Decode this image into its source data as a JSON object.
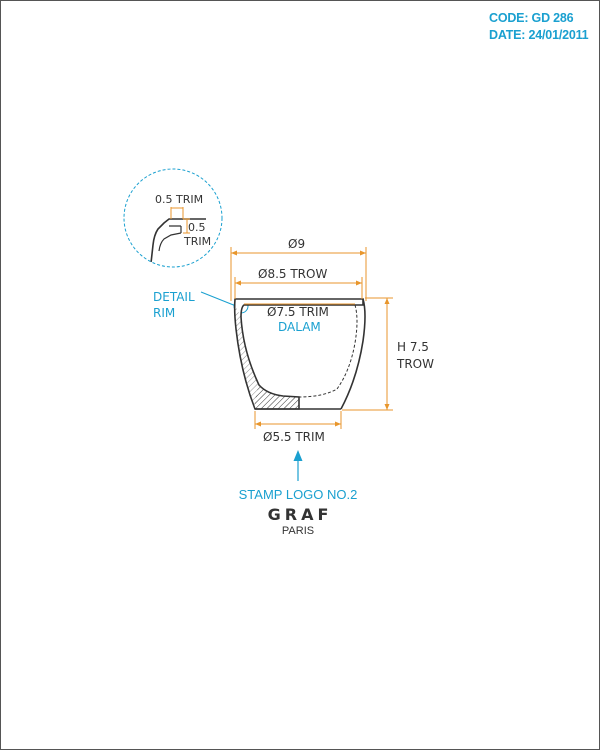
{
  "header": {
    "code": "CODE: GD 286",
    "date": "DATE: 24/01/2011"
  },
  "detail": {
    "trim_top": "0.5 TRIM",
    "trim_side_value": "0.5",
    "trim_side_label": "TRIM",
    "label_line1": "DETAIL",
    "label_line2": "RIM"
  },
  "dimensions": {
    "outer_top": "Ø9",
    "inner_top": "Ø8.5 TROW",
    "inside": "Ø7.5 TRIM",
    "inside_note": "DALAM",
    "height_line1": "H 7.5",
    "height_line2": "TROW",
    "base": "Ø5.5 TRIM"
  },
  "stamp": {
    "label": "STAMP LOGO NO.2",
    "brand": "GRAF",
    "brand_sub": "PARIS"
  },
  "colors": {
    "dimension": "#e8962c",
    "annotation": "#1aa0d0",
    "outline": "#333333"
  }
}
